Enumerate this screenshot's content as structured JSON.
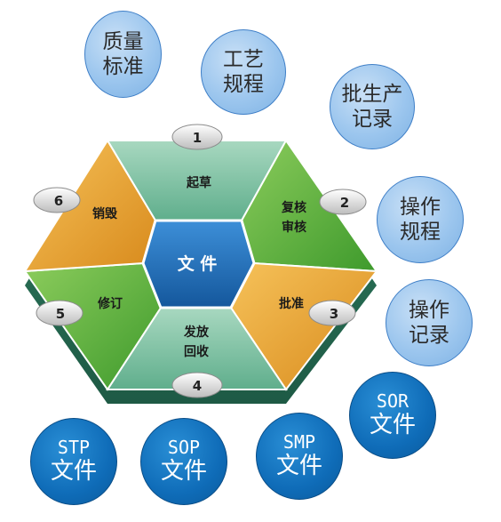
{
  "center": {
    "label": "文 件"
  },
  "segments": [
    {
      "id": "draft",
      "label": "起草",
      "number": "1"
    },
    {
      "id": "review",
      "label": "复核\n审核",
      "number": "2"
    },
    {
      "id": "approve",
      "label": "批准",
      "number": "3"
    },
    {
      "id": "distribute",
      "label": "发放\n回收",
      "number": "4"
    },
    {
      "id": "revise",
      "label": "修订",
      "number": "5"
    },
    {
      "id": "destroy",
      "label": "销毁",
      "number": "6"
    }
  ],
  "light_bubbles": [
    {
      "id": "quality-standard",
      "label": "质量\n标准"
    },
    {
      "id": "process-procedure",
      "label": "工艺\n规程"
    },
    {
      "id": "batch-record",
      "label": "批生产\n记录"
    },
    {
      "id": "operation-procedure",
      "label": "操作\n规程"
    },
    {
      "id": "operation-record",
      "label": "操作\n记录"
    }
  ],
  "dark_bubbles": [
    {
      "id": "sor",
      "code": "SOR",
      "label": "文件"
    },
    {
      "id": "smp",
      "code": "SMP",
      "label": "文件"
    },
    {
      "id": "sop",
      "code": "SOP",
      "label": "文件"
    },
    {
      "id": "stp",
      "code": "STP",
      "label": "文件"
    }
  ],
  "colors": {
    "green": "#5aaa3a",
    "teal": "#7cc0a0",
    "orange": "#e8a030",
    "center_blue": "#1f6db5",
    "light_bubble": "#9cc6ee",
    "dark_bubble": "#0f6cb8"
  }
}
